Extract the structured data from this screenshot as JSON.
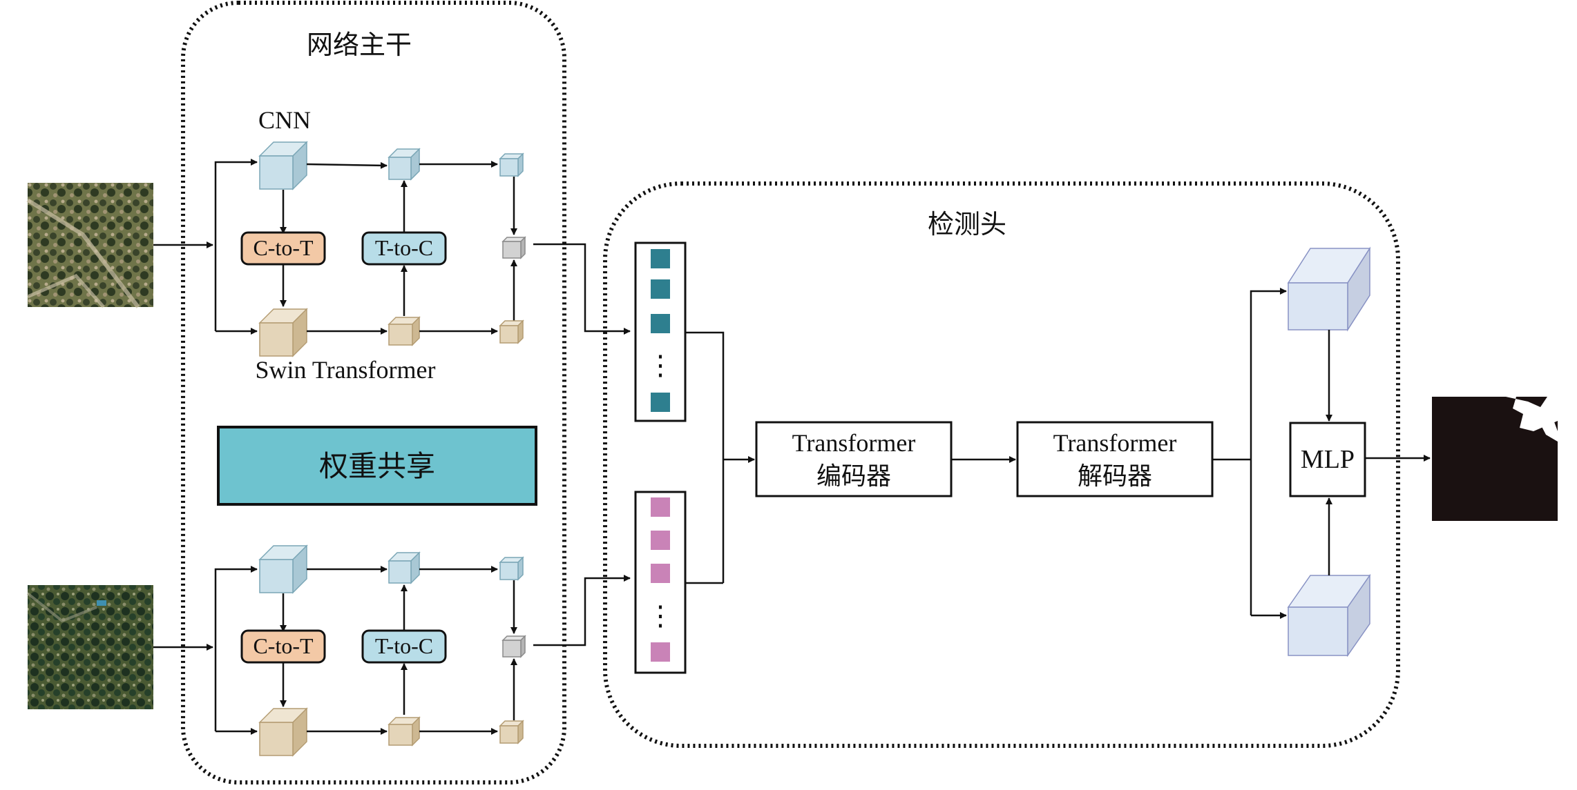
{
  "backbone": {
    "title": "网络主干",
    "cnn_label": "CNN",
    "swin_label": "Swin Transformer",
    "c_to_t": "C-to-T",
    "t_to_c": "T-to-C",
    "weight_sharing": "权重共享"
  },
  "head": {
    "title": "检测头",
    "encoder_line1": "Transformer",
    "encoder_line2": "编码器",
    "decoder_line1": "Transformer",
    "decoder_line2": "解码器",
    "mlp": "MLP",
    "ellipsis": "⋮"
  },
  "colors": {
    "cnn_cube": "#c9e0ea",
    "swin_cube": "#e4d5b9",
    "gray_cube": "#d2d2d2",
    "c_to_t_fill": "#f3c9a6",
    "t_to_c_fill": "#b8dde8",
    "weight_share_fill": "#6ec3cf",
    "token_teal": "#2e7f8f",
    "token_pink": "#c983b7",
    "head_cube": "#dbe5f3",
    "head_cube_edge": "#8892c4",
    "output_mask": "#1a1111"
  }
}
